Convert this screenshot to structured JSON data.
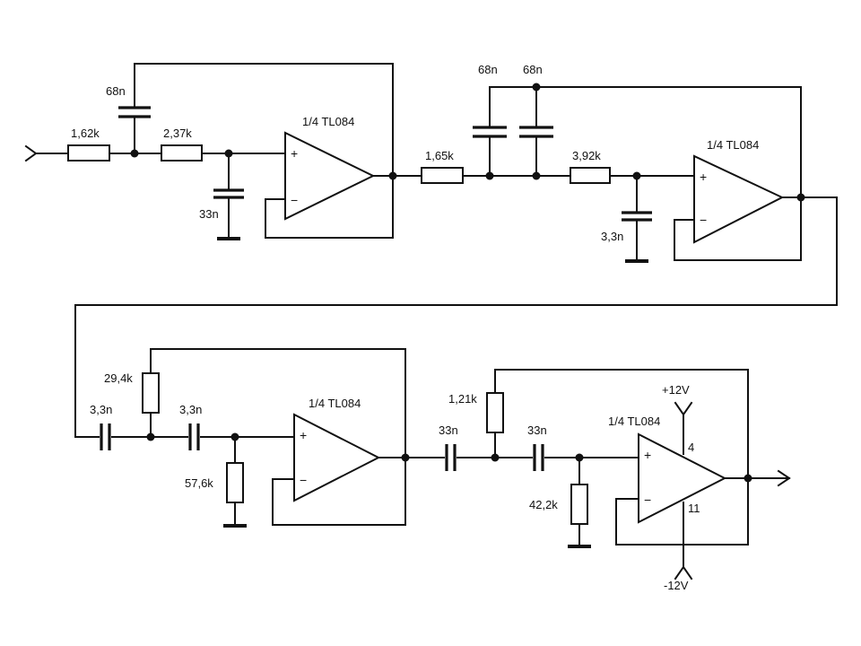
{
  "components": {
    "stage1": {
      "c_feedback": "68n",
      "r1": "1,62k",
      "r2": "2,37k",
      "c_ground": "33n",
      "opamp": "1/4 TL084"
    },
    "stage2": {
      "c_feedback_1": "68n",
      "c_feedback_2": "68n",
      "r1": "1,65k",
      "r2": "3,92k",
      "c_ground": "3,3n",
      "opamp": "1/4 TL084"
    },
    "stage3": {
      "c1": "3,3n",
      "r_feedback": "29,4k",
      "c2": "3,3n",
      "r_ground": "57,6k",
      "opamp": "1/4 TL084"
    },
    "stage4": {
      "c1": "33n",
      "r_feedback": "1,21k",
      "c2": "33n",
      "r_ground": "42,2k",
      "opamp": "1/4 TL084",
      "supply_pos": "+12V",
      "supply_neg": "-12V",
      "pin_pos": "4",
      "pin_neg": "11"
    }
  },
  "opamp_pins": {
    "plus": "+",
    "minus": "−"
  }
}
